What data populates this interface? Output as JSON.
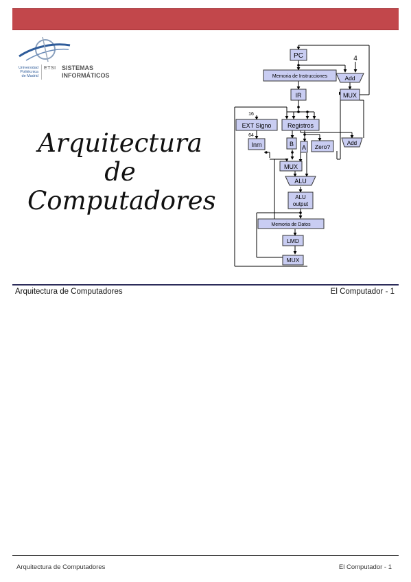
{
  "logo": {
    "university": "Universidad Politécnica de Madrid",
    "etsi": "ETSI",
    "dept_line1": "SISTEMAS",
    "dept_line2": "INFORMÁTICOS"
  },
  "title": {
    "line1": "Arquitectura",
    "line2": "de",
    "line3": "Computadores"
  },
  "diagram": {
    "pc": "PC",
    "four": "4",
    "mem_instr": "Memoria de Instrucciones",
    "add_top": "Add",
    "mux_top": "MUX",
    "ir": "IR",
    "sixteen": "16",
    "ext": "EXT Signo",
    "regs": "Registros",
    "sixtyfour": "64",
    "inm": "Inm",
    "b": "B",
    "a": "A",
    "zero": "Zero?",
    "add_mid": "Add",
    "mux_mid": "MUX",
    "alu": "ALU",
    "alu_out_1": "ALU",
    "alu_out_2": "output",
    "mem_datos": "Memoria de Datos",
    "lmd": "LMD",
    "mux_bottom": "MUX"
  },
  "footer": {
    "left": "Arquitectura de Computadores",
    "right": "El Computador - 1"
  },
  "page_footer": {
    "left": "Arquitectura de Computadores",
    "right": "El Computador - 1"
  },
  "colors": {
    "header": "#c2474b",
    "box_fill": "#c9cdf2",
    "rule": "#2c2c5a"
  }
}
